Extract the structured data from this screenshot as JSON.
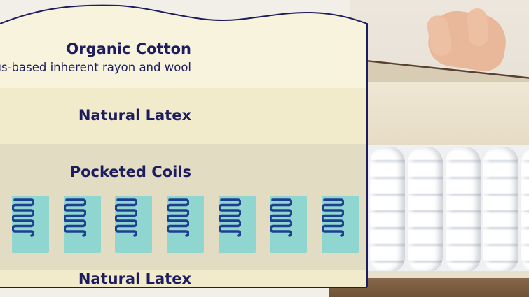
{
  "layers": [
    {
      "title": "Organic Cotton",
      "subtitle": "with Eucalyptus-based inherent rayon and wool",
      "color": "#f7f3dd"
    },
    {
      "title": "Natural Latex",
      "color": "#f1ebcc"
    },
    {
      "title": "Pocketed Coils",
      "color": "#e2dcc3"
    },
    {
      "title": "Natural Latex",
      "color": "#f1ebcc"
    }
  ],
  "coils": {
    "count": 7,
    "tile_color": "#8fd5d0",
    "spring_color": "#1f3e8f",
    "icon": "spring-coil-icon"
  },
  "colors": {
    "text": "#1c1c5e",
    "outline": "#1c1c5e"
  }
}
